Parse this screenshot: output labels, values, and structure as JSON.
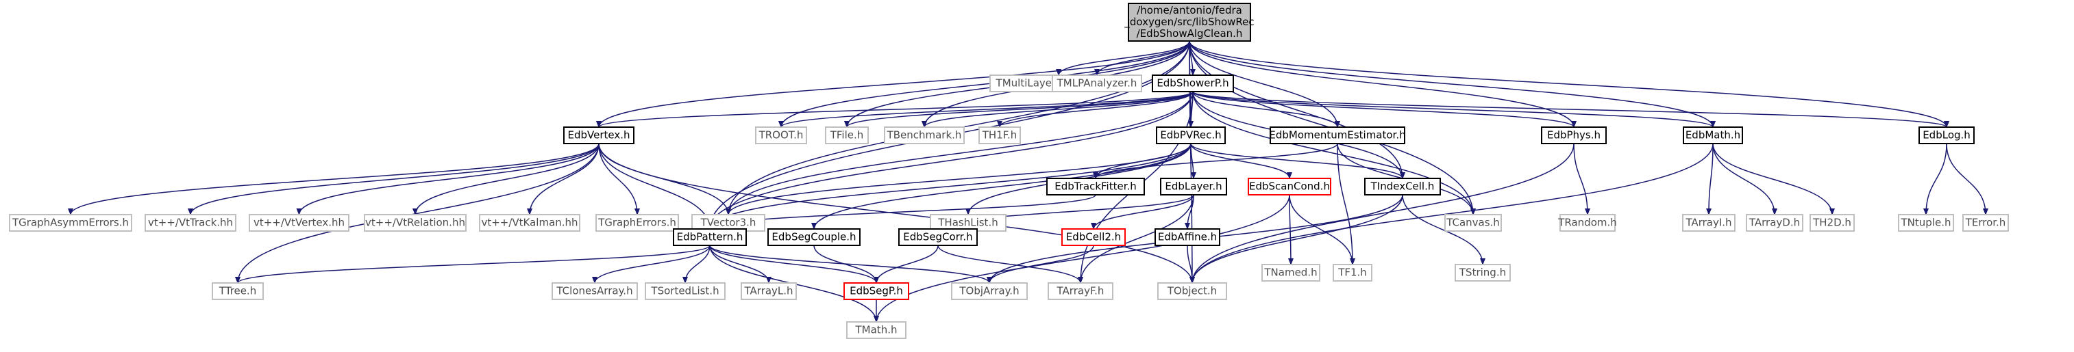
{
  "diagram": {
    "root": {
      "id": "root",
      "label_lines": [
        "/home/antonio/fedra",
        "_doxygen/src/libShowRec",
        "/EdbShowAlgClean.h"
      ]
    },
    "nodes": [
      {
        "id": "multilayer",
        "label": "TMultiLayerPerceptron.h",
        "kind": "external"
      },
      {
        "id": "mlpanalyzer",
        "label": "TMLPAnalyzer.h",
        "kind": "external"
      },
      {
        "id": "edbshowerp",
        "label": "EdbShowerP.h",
        "kind": "documented"
      },
      {
        "id": "edbvertex",
        "label": "EdbVertex.h",
        "kind": "documented"
      },
      {
        "id": "troot",
        "label": "TROOT.h",
        "kind": "external"
      },
      {
        "id": "tfile",
        "label": "TFile.h",
        "kind": "external"
      },
      {
        "id": "tbenchmark",
        "label": "TBenchmark.h",
        "kind": "external"
      },
      {
        "id": "th1f",
        "label": "TH1F.h",
        "kind": "external"
      },
      {
        "id": "edbpvrec",
        "label": "EdbPVRec.h",
        "kind": "documented"
      },
      {
        "id": "edbmomentum",
        "label": "EdbMomentumEstimator.h",
        "kind": "documented"
      },
      {
        "id": "edbphys",
        "label": "EdbPhys.h",
        "kind": "documented"
      },
      {
        "id": "edbmath",
        "label": "EdbMath.h",
        "kind": "documented"
      },
      {
        "id": "edblog",
        "label": "EdbLog.h",
        "kind": "documented"
      },
      {
        "id": "tgraphasymm",
        "label": "TGraphAsymmErrors.h",
        "kind": "external"
      },
      {
        "id": "vttrack",
        "label": "vt++/VtTrack.hh",
        "kind": "external"
      },
      {
        "id": "vtvertex",
        "label": "vt++/VtVertex.hh",
        "kind": "external"
      },
      {
        "id": "vtrelation",
        "label": "vt++/VtRelation.hh",
        "kind": "external"
      },
      {
        "id": "vtkalman",
        "label": "vt++/VtKalman.hh",
        "kind": "external"
      },
      {
        "id": "tgrapherrors",
        "label": "TGraphErrors.h",
        "kind": "external"
      },
      {
        "id": "tvector3",
        "label": "TVector3.h",
        "kind": "external"
      },
      {
        "id": "thashlist",
        "label": "THashList.h",
        "kind": "external"
      },
      {
        "id": "edbtrackfitter",
        "label": "EdbTrackFitter.h",
        "kind": "documented"
      },
      {
        "id": "edblayer",
        "label": "EdbLayer.h",
        "kind": "documented"
      },
      {
        "id": "edbscancond",
        "label": "EdbScanCond.h",
        "kind": "incomplete"
      },
      {
        "id": "tindexcell",
        "label": "TIndexCell.h",
        "kind": "documented"
      },
      {
        "id": "tcanvas",
        "label": "TCanvas.h",
        "kind": "external"
      },
      {
        "id": "trandom",
        "label": "TRandom.h",
        "kind": "external"
      },
      {
        "id": "tarrayi",
        "label": "TArrayI.h",
        "kind": "external"
      },
      {
        "id": "tarrayd",
        "label": "TArrayD.h",
        "kind": "external"
      },
      {
        "id": "th2d",
        "label": "TH2D.h",
        "kind": "external"
      },
      {
        "id": "tntuple",
        "label": "TNtuple.h",
        "kind": "external"
      },
      {
        "id": "terror",
        "label": "TError.h",
        "kind": "external"
      },
      {
        "id": "edbpattern",
        "label": "EdbPattern.h",
        "kind": "documented"
      },
      {
        "id": "edbsegcouple",
        "label": "EdbSegCouple.h",
        "kind": "documented"
      },
      {
        "id": "edbsegcorr",
        "label": "EdbSegCorr.h",
        "kind": "documented"
      },
      {
        "id": "edbcell2",
        "label": "EdbCell2.h",
        "kind": "incomplete"
      },
      {
        "id": "edbaffine",
        "label": "EdbAffine.h",
        "kind": "documented"
      },
      {
        "id": "tnamed",
        "label": "TNamed.h",
        "kind": "external"
      },
      {
        "id": "tf1",
        "label": "TF1.h",
        "kind": "external"
      },
      {
        "id": "tstring",
        "label": "TString.h",
        "kind": "external"
      },
      {
        "id": "ttree",
        "label": "TTree.h",
        "kind": "external"
      },
      {
        "id": "tclonesarray",
        "label": "TClonesArray.h",
        "kind": "external"
      },
      {
        "id": "tsortedlist",
        "label": "TSortedList.h",
        "kind": "external"
      },
      {
        "id": "tarrayl",
        "label": "TArrayL.h",
        "kind": "external"
      },
      {
        "id": "edbsegp",
        "label": "EdbSegP.h",
        "kind": "incomplete"
      },
      {
        "id": "tobjarray",
        "label": "TObjArray.h",
        "kind": "external"
      },
      {
        "id": "tarrayf",
        "label": "TArrayF.h",
        "kind": "external"
      },
      {
        "id": "tobject",
        "label": "TObject.h",
        "kind": "external"
      },
      {
        "id": "tmath",
        "label": "TMath.h",
        "kind": "external"
      }
    ],
    "edges": [
      [
        "root",
        "multilayer"
      ],
      [
        "root",
        "mlpanalyzer"
      ],
      [
        "root",
        "edbshowerp"
      ],
      [
        "root",
        "edbvertex"
      ],
      [
        "root",
        "troot"
      ],
      [
        "root",
        "tfile"
      ],
      [
        "root",
        "tbenchmark"
      ],
      [
        "root",
        "edbpvrec"
      ],
      [
        "root",
        "edbmomentum"
      ],
      [
        "root",
        "edbphys"
      ],
      [
        "root",
        "edbmath"
      ],
      [
        "root",
        "edblog"
      ],
      [
        "root",
        "tvector3"
      ],
      [
        "root",
        "tindexcell"
      ],
      [
        "root",
        "tcanvas"
      ],
      [
        "root",
        "edbpattern"
      ],
      [
        "root",
        "tobject"
      ],
      [
        "edbshowerp",
        "edbvertex"
      ],
      [
        "edbshowerp",
        "troot"
      ],
      [
        "edbshowerp",
        "tfile"
      ],
      [
        "edbshowerp",
        "tbenchmark"
      ],
      [
        "edbshowerp",
        "th1f"
      ],
      [
        "edbshowerp",
        "edbpvrec"
      ],
      [
        "edbshowerp",
        "edbmomentum"
      ],
      [
        "edbshowerp",
        "edbphys"
      ],
      [
        "edbshowerp",
        "edbmath"
      ],
      [
        "edbshowerp",
        "edblog"
      ],
      [
        "edbshowerp",
        "tvector3"
      ],
      [
        "edbshowerp",
        "tindexcell"
      ],
      [
        "edbshowerp",
        "tcanvas"
      ],
      [
        "edbshowerp",
        "edbpattern"
      ],
      [
        "edbshowerp",
        "tarrayf"
      ],
      [
        "edbvertex",
        "tgraphasymm"
      ],
      [
        "edbvertex",
        "vttrack"
      ],
      [
        "edbvertex",
        "vtvertex"
      ],
      [
        "edbvertex",
        "vtrelation"
      ],
      [
        "edbvertex",
        "vtkalman"
      ],
      [
        "edbvertex",
        "tgrapherrors"
      ],
      [
        "edbvertex",
        "tvector3"
      ],
      [
        "edbvertex",
        "edbpattern"
      ],
      [
        "edbvertex",
        "ttree"
      ],
      [
        "edbvertex",
        "tobject"
      ],
      [
        "edbpvrec",
        "thashlist"
      ],
      [
        "edbpvrec",
        "edbtrackfitter"
      ],
      [
        "edbpvrec",
        "edblayer"
      ],
      [
        "edbpvrec",
        "edbscancond"
      ],
      [
        "edbpvrec",
        "tindexcell"
      ],
      [
        "edbpvrec",
        "edbpattern"
      ],
      [
        "edbpvrec",
        "edbsegcouple"
      ],
      [
        "edbpvrec",
        "tvector3"
      ],
      [
        "edbmomentum",
        "edbtrackfitter"
      ],
      [
        "edbmomentum",
        "tf1"
      ],
      [
        "edbmomentum",
        "tcanvas"
      ],
      [
        "edbphys",
        "trandom"
      ],
      [
        "edbphys",
        "tobject"
      ],
      [
        "edbmath",
        "tarrayi"
      ],
      [
        "edbmath",
        "tarrayd"
      ],
      [
        "edbmath",
        "th2d"
      ],
      [
        "edbmath",
        "tobject"
      ],
      [
        "edblog",
        "tntuple"
      ],
      [
        "edblog",
        "terror"
      ],
      [
        "edbtrackfitter",
        "edbpattern"
      ],
      [
        "edblayer",
        "edbsegcorr"
      ],
      [
        "edblayer",
        "edbcell2"
      ],
      [
        "edblayer",
        "edbaffine"
      ],
      [
        "edblayer",
        "tarrayf"
      ],
      [
        "edbscancond",
        "tnamed"
      ],
      [
        "edbscancond",
        "tf1"
      ],
      [
        "edbscancond",
        "tmath"
      ],
      [
        "tindexcell",
        "tstring"
      ],
      [
        "tindexcell",
        "tobject"
      ],
      [
        "tindexcell",
        "tobjarray"
      ],
      [
        "edbpattern",
        "ttree"
      ],
      [
        "edbpattern",
        "tclonesarray"
      ],
      [
        "edbpattern",
        "tsortedlist"
      ],
      [
        "edbpattern",
        "tarrayl"
      ],
      [
        "edbpattern",
        "edbsegp"
      ],
      [
        "edbpattern",
        "tobjarray"
      ],
      [
        "edbpattern",
        "tmath"
      ],
      [
        "edbsegcouple",
        "edbsegp"
      ],
      [
        "edbsegcorr",
        "edbsegp"
      ],
      [
        "edbsegcorr",
        "tarrayf"
      ],
      [
        "edbcell2",
        "tobjarray"
      ],
      [
        "edbaffine",
        "tobject"
      ],
      [
        "edbsegp",
        "tmath"
      ]
    ]
  }
}
